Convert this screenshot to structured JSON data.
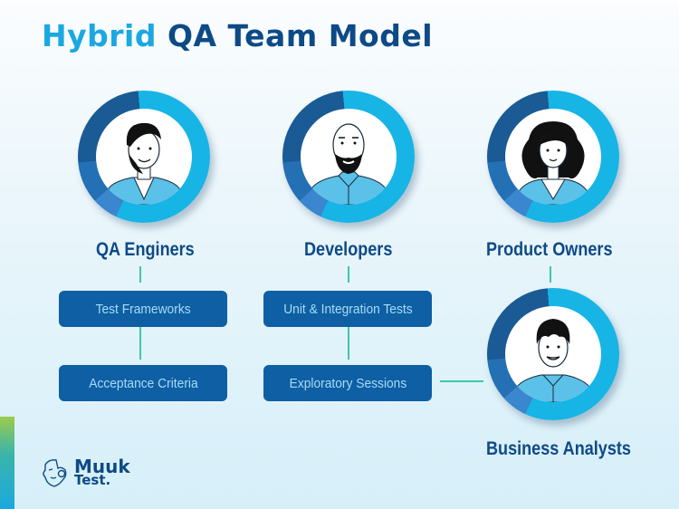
{
  "title": {
    "highlight": "Hybrid",
    "rest": "QA Team Model"
  },
  "colors": {
    "accent_light": "#1ba8e0",
    "navy": "#0d4a86",
    "box": "#0e5fa3",
    "box_text": "#a8dcf7",
    "connector": "#3dc9a4"
  },
  "roles": [
    {
      "label": "QA Enginers",
      "icon": "qa-engineer-avatar"
    },
    {
      "label": "Developers",
      "icon": "developer-avatar"
    },
    {
      "label": "Product Owners",
      "icon": "product-owner-avatar"
    },
    {
      "label": "Business Analysts",
      "icon": "business-analyst-avatar"
    }
  ],
  "boxes": {
    "qa": [
      "Test Frameworks",
      "Acceptance Criteria"
    ],
    "dev": [
      "Unit & Integration Tests",
      "Exploratory Sessions"
    ]
  },
  "logo": {
    "line1": "Muuk",
    "line2": "Test."
  }
}
